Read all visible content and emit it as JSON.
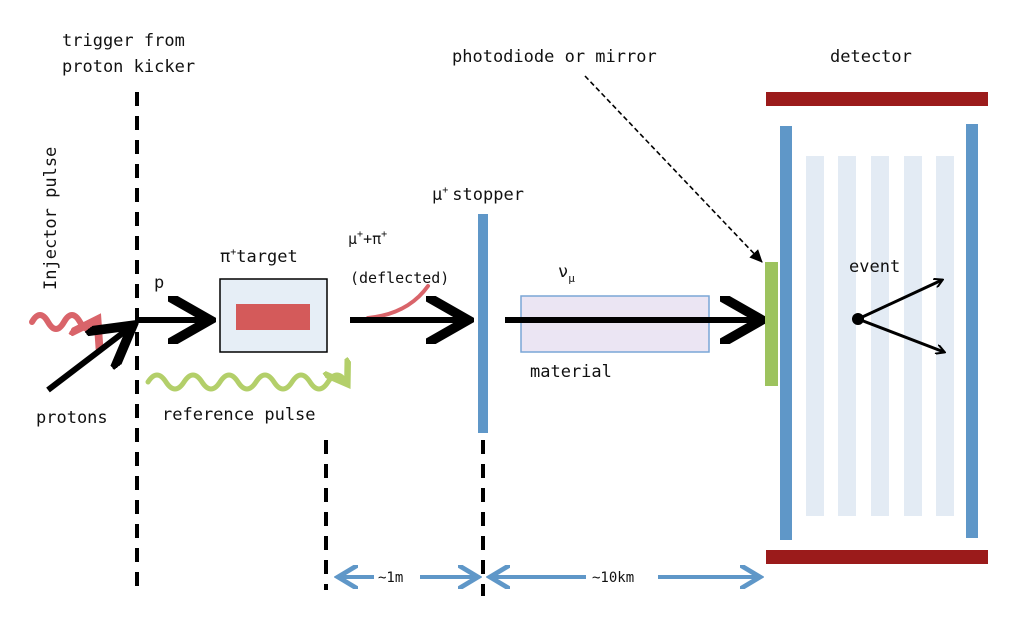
{
  "labels": {
    "trigger_line1": "trigger from",
    "trigger_line2": "proton kicker",
    "injector_pulse": "Injector pulse",
    "p": "p",
    "protons": "protons",
    "pi_target": "target",
    "pi_symbol": "π",
    "plus": "+",
    "mu_pi": "μ",
    "mu_pi_mid": "+π",
    "deflected": "(deflected)",
    "mu_stopper": "stopper",
    "mu_symbol": "μ",
    "nu": "ν",
    "nu_sub": "μ",
    "material": "material",
    "reference_pulse": "reference pulse",
    "photodiode": "photodiode or mirror",
    "detector": "detector",
    "event": "event",
    "dist_1m": "~1m",
    "dist_10km": "~10km"
  },
  "colors": {
    "black": "#000000",
    "blue": "#5f97c8",
    "dark_red": "#9b1b1b",
    "pulse_red": "#d9646a",
    "pulse_green": "#b3cf6a",
    "target_fill": "#e6eef6",
    "target_core": "#d45a5a",
    "material_fill": "#ebe5f3",
    "material_border": "#7aa6d6",
    "detector_strip": "#e3ebf4",
    "photodiode": "#9dc35e"
  }
}
